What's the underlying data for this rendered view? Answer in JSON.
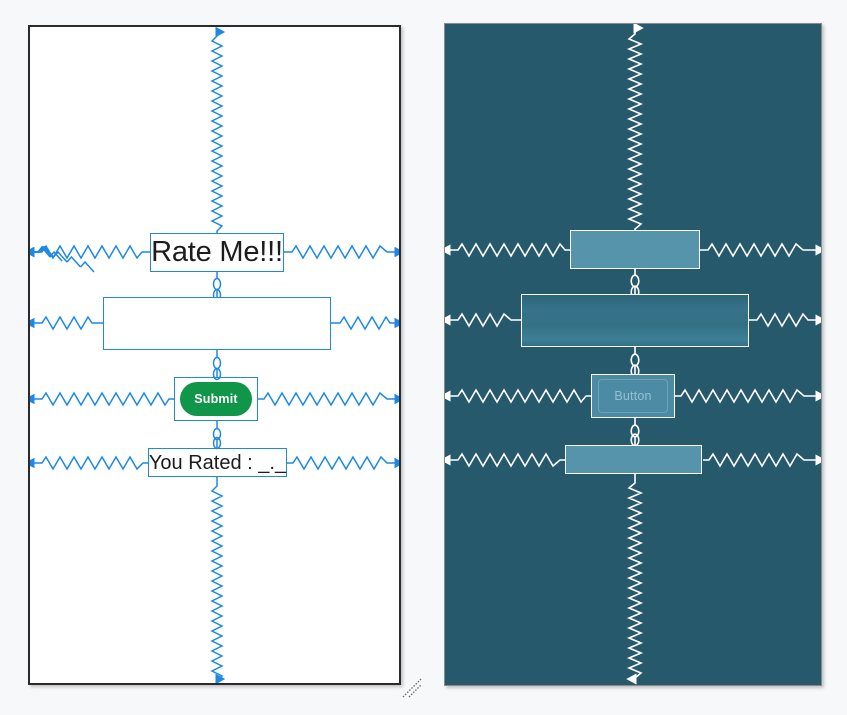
{
  "editor": {
    "name": "constraint-layout-editor",
    "views": [
      "design",
      "blueprint"
    ]
  },
  "colors": {
    "design_background": "#ffffff",
    "blueprint_background": "#26596b",
    "constraint_design": "#1e88e5",
    "constraint_blueprint": "#ffffff",
    "submit_button_fill": "#109648",
    "submit_button_text": "#ffffff",
    "blueprint_widget_fill": "#5694ab",
    "blueprint_button_fill": "#4c8ba3",
    "blueprint_button_text": "#93c1d3",
    "panel_border_design": "#2b2b2b",
    "panel_border_blueprint": "#8a8a8a",
    "page_background": "#f7f8f9"
  },
  "design_view": {
    "label": "design-surface",
    "widgets": [
      {
        "id": "title",
        "type": "text-view",
        "text": "Rate Me!!!",
        "font_size": 29
      },
      {
        "id": "edit",
        "type": "edit-text",
        "text": "",
        "font_size": 16
      },
      {
        "id": "button",
        "type": "button",
        "text": "Submit",
        "font_size": 12.5
      },
      {
        "id": "result",
        "type": "text-view",
        "text": "You Rated : _._",
        "font_size": 20
      }
    ]
  },
  "blueprint_view": {
    "label": "blueprint-surface",
    "widgets": [
      {
        "id": "title",
        "type": "text-view",
        "text": ""
      },
      {
        "id": "edit",
        "type": "edit-text",
        "text": ""
      },
      {
        "id": "button",
        "type": "button",
        "text": "Button"
      },
      {
        "id": "result",
        "type": "text-view",
        "text": ""
      }
    ]
  },
  "constraints": {
    "description": "spring-style bidirectional constraints",
    "horizontal_count": 8,
    "vertical_count": 10,
    "chain_links": 3
  }
}
